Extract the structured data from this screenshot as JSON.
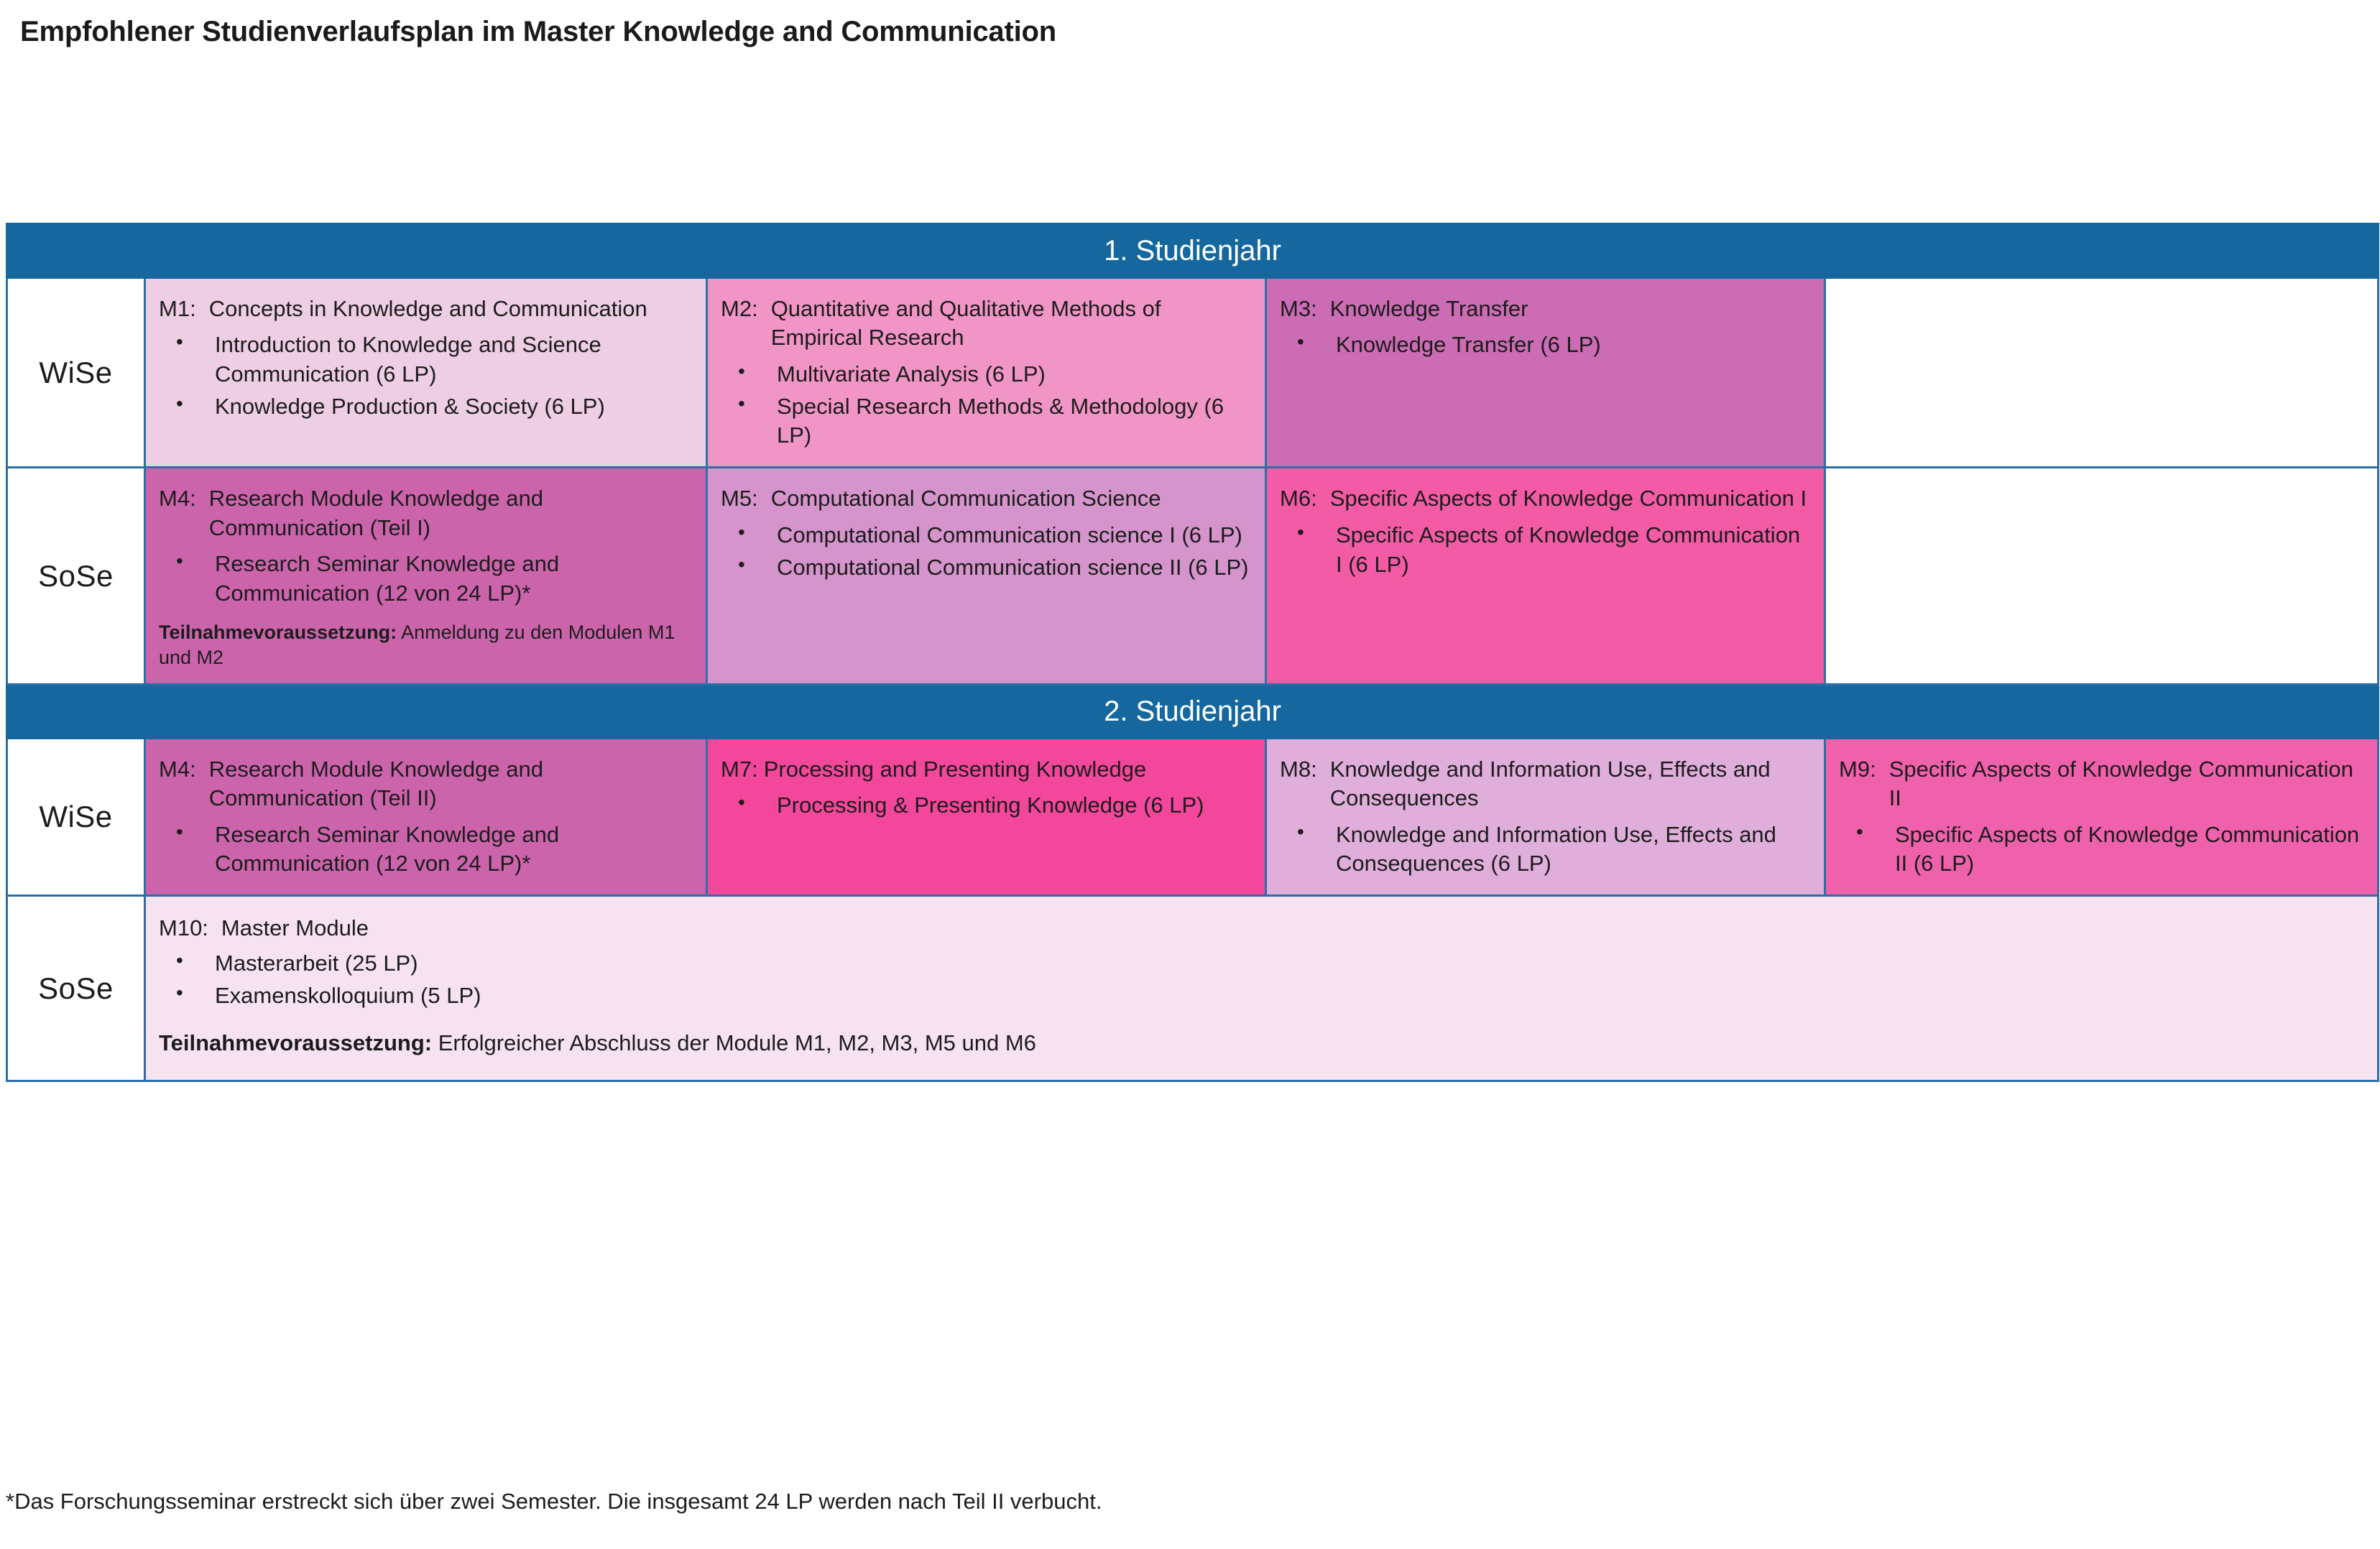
{
  "page": {
    "title": "Empfohlener Studienverlaufsplan im Master Knowledge and Communication",
    "footnote": "*Das Forschungsseminar erstreckt sich über zwei Semester. Die insgesamt 24 LP werden nach Teil II verbucht."
  },
  "colors": {
    "banner_blue": "#15679E",
    "border_blue": "#2E6EA6",
    "m1": "#EDCEE4",
    "m2": "#F195C6",
    "m3": "#CB6CB4",
    "m4": "#CC64AC",
    "m5": "#D594CB",
    "m6": "#F35BA5",
    "m7": "#F2479B",
    "m8": "#E0AEDA",
    "m9": "#F061AC",
    "m10": "#F6E2F1",
    "empty": "#FFFFFF"
  },
  "years": [
    {
      "label": "1. Studienjahr"
    },
    {
      "label": "2. Studienjahr"
    }
  ],
  "semesters": {
    "y1_wise": "WiSe",
    "y1_sose": "SoSe",
    "y2_wise": "WiSe",
    "y2_sose": "SoSe"
  },
  "modules": {
    "m1": {
      "code": "M1:",
      "name": "Concepts in Knowledge and Communication",
      "items": [
        "Introduction to Knowledge and Science Communication (6 LP)",
        "Knowledge Production & Society (6 LP)"
      ]
    },
    "m2": {
      "code": "M2:",
      "name": "Quantitative and Qualitative Methods of Empirical Research",
      "items": [
        "Multivariate Analysis (6 LP)",
        "Special Research Methods & Methodology (6 LP)"
      ]
    },
    "m3": {
      "code": "M3:",
      "name": "Knowledge Transfer",
      "items": [
        "Knowledge Transfer  (6 LP)"
      ]
    },
    "m4a": {
      "code": "M4:",
      "name": "Research Module Knowledge and Communication (Teil I)",
      "items": [
        "Research Seminar Knowledge and Communication (12 von 24 LP)*"
      ],
      "prereq_label": "Teilnahmevoraussetzung:",
      "prereq_text": " Anmeldung zu den Modulen M1 und M2"
    },
    "m5": {
      "code": "M5:",
      "name": "Computational Communication Science",
      "items": [
        "Computational Communication science I (6 LP)",
        "Computational Communication science II (6 LP)"
      ]
    },
    "m6": {
      "code": "M6:",
      "name": "Specific Aspects of Knowledge Communication I",
      "items": [
        "Specific Aspects of Knowledge Communication I (6 LP)"
      ]
    },
    "m4b": {
      "code": "M4:",
      "name": "Research Module Knowledge and Communication (Teil II)",
      "items": [
        "Research Seminar Knowledge and Communication (12 von 24 LP)*"
      ]
    },
    "m7": {
      "code": "M7:",
      "name": "Processing and Presenting Knowledge",
      "items": [
        "Processing & Presenting Knowledge (6 LP)"
      ]
    },
    "m8": {
      "code": "M8:",
      "name": "Knowledge and Information Use, Effects and Consequences",
      "items": [
        "Knowledge and Information Use, Effects and Consequences (6 LP)"
      ]
    },
    "m9": {
      "code": "M9:",
      "name": "Specific Aspects of Knowledge Communication II",
      "items": [
        "Specific Aspects of Knowledge Communication II (6 LP)"
      ]
    },
    "m10": {
      "code": "M10:",
      "name": "Master Module",
      "items": [
        "Masterarbeit (25 LP)",
        "Examenskolloquium (5 LP)"
      ],
      "prereq_label": "Teilnahmevoraussetzung:",
      "prereq_text": " Erfolgreicher Abschluss der Module M1, M2, M3, M5 und M6"
    }
  }
}
